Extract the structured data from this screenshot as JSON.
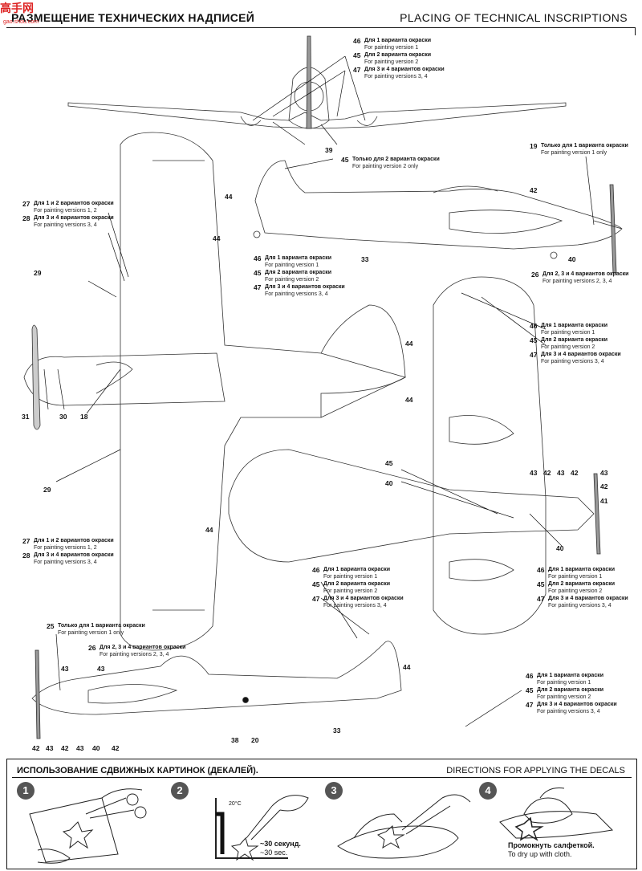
{
  "header": {
    "title_ru": "РАЗМЕЩЕНИЕ ТЕХНИЧЕСКИХ НАДПИСЕЙ",
    "title_en": "PLACING OF TECHNICAL INSCRIPTIONS",
    "watermark": "高手网",
    "watermark_url": "gao.shou.com"
  },
  "paint_versions": {
    "v1_ru": "Для 1 варианта окраски",
    "v1_en": "For painting version 1",
    "v2_ru": "Для 2 варианта окраски",
    "v2_en": "For painting version 2",
    "v34_ru": "Для 3 и 4 вариантов окраски",
    "v34_en": "For painting versions 3, 4",
    "v12_ru": "Для 1 и 2 вариантов окраски",
    "v12_en": "For painting versions 1, 2",
    "v234_ru": "Для 2, 3 и 4 вариантов окраски",
    "v234_en": "For painting versions 2, 3, 4",
    "only1_ru": "Только для 1 варианта окраски",
    "only1_en": "For painting version 1 only",
    "only2_ru": "Только для 2 варианта окраски",
    "only2_en": "For painting version 2 only"
  },
  "numbers": {
    "n18": "18",
    "n19": "19",
    "n20": "20",
    "n25": "25",
    "n26": "26",
    "n27": "27",
    "n28": "28",
    "n29": "29",
    "n30": "30",
    "n31": "31",
    "n33": "33",
    "n38": "38",
    "n39": "39",
    "n40": "40",
    "n41": "41",
    "n42": "42",
    "n43": "43",
    "n44": "44",
    "n45": "45",
    "n46": "46",
    "n47": "47"
  },
  "decals": {
    "title_ru": "ИСПОЛЬЗОВАНИЕ СДВИЖНЫХ КАРТИНОК (ДЕКАЛЕЙ).",
    "title_en": "DIRECTIONS  FOR APPLYING THE DECALS",
    "steps": [
      {
        "n": "1"
      },
      {
        "n": "2",
        "temp": "20°C",
        "ru": "~30 секунд.",
        "en": "~30 sec."
      },
      {
        "n": "3"
      },
      {
        "n": "4",
        "ru": "Промокнуть салфеткой.",
        "en": "To dry up with cloth."
      }
    ]
  }
}
